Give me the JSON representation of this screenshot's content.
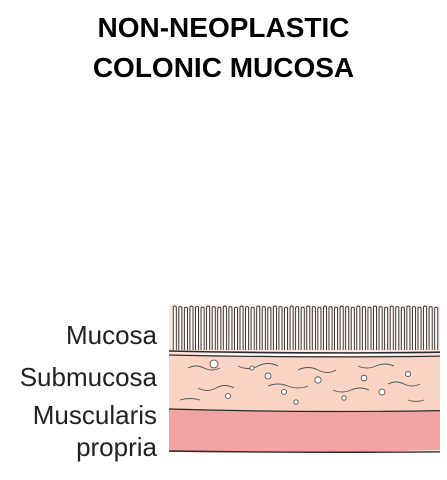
{
  "title": {
    "line1": "NON-NEOPLASTIC",
    "line2": "COLONIC MUCOSA"
  },
  "labels": {
    "mucosa": "Mucosa",
    "submucosa": "Submucosa",
    "muscularis_line1": "Muscularis",
    "muscularis_line2": "propria"
  },
  "colors": {
    "mucosa": "#fde6dc",
    "submucosa": "#f9d3c4",
    "muscularis": "#f2a4a4",
    "outline": "#2a2a2a"
  }
}
